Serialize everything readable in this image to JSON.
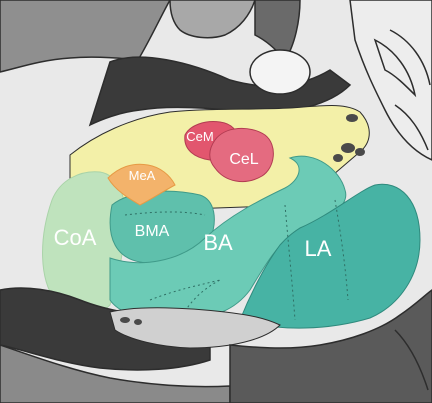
{
  "regions": {
    "coa": {
      "label": "CoA",
      "color": "#bfe3bd"
    },
    "bma": {
      "label": "BMA",
      "color": "#5fc0ac"
    },
    "ba": {
      "label": "BA",
      "color": "#6ccbb6"
    },
    "la": {
      "label": "LA",
      "color": "#47b3a4"
    },
    "mea": {
      "label": "MeA",
      "color": "#f3b36b"
    },
    "cem": {
      "label": "CeM",
      "color": "#e2566e"
    },
    "cel": {
      "label": "CeL",
      "color": "#e46b80"
    }
  },
  "colors": {
    "surround": "#e8e8e8",
    "tissue_dark": "#5a5a5a",
    "tissue_mid": "#9a9a9a",
    "capsule": "#f3f0a8",
    "outline": "#2d2d2d"
  }
}
